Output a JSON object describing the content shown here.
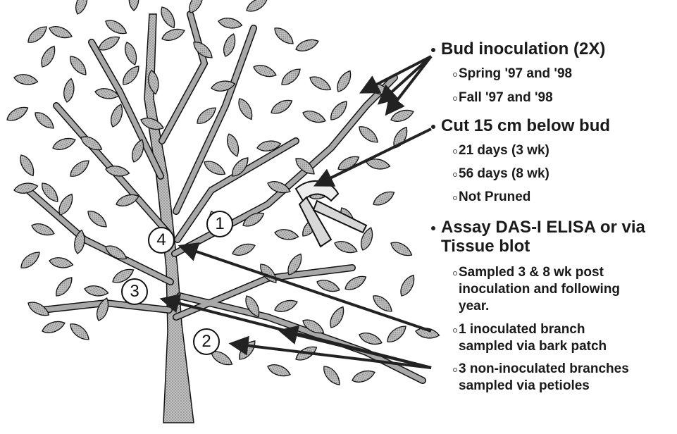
{
  "bullets": [
    {
      "text": "Bud inoculation (2X)",
      "subs": [
        "Spring '97 and '98",
        "Fall '97 and '98"
      ]
    },
    {
      "text": "Cut 15 cm below bud",
      "subs": [
        "21 days (3 wk)",
        "56 days (8 wk)",
        "Not Pruned"
      ]
    },
    {
      "text_line1": "Assay DAS-I ELISA or via",
      "text_line2": "Tissue blot"
    }
  ],
  "assay_subs": {
    "sampled": [
      "Sampled 3 & 8 wk post",
      "inoculation and following",
      "year."
    ],
    "inoculated": [
      "1 inoculated branch",
      "sampled via bark patch"
    ],
    "non_inoculated": [
      "3 non-inoculated branches",
      "sampled via petioles"
    ]
  },
  "markers": [
    "1",
    "2",
    "3",
    "4"
  ],
  "colors": {
    "trunk": "#9a9a9a",
    "leaf": "#b3b3b3",
    "outline": "#111111",
    "arrow": "#222222"
  }
}
